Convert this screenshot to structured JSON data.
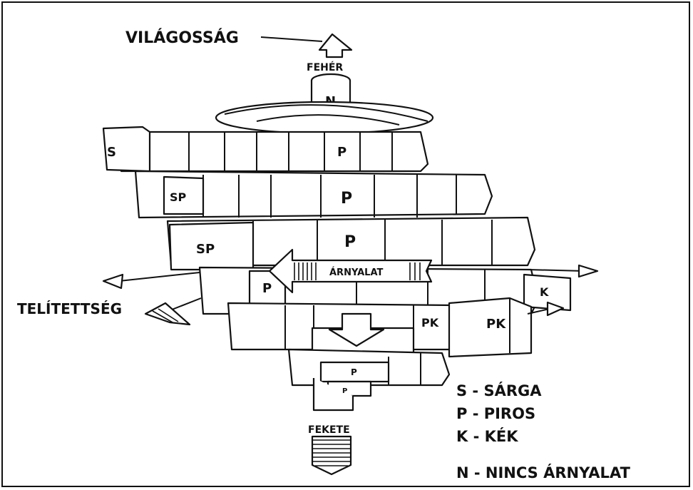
{
  "labels": {
    "vilagossag": "VILÁGOSSÁG",
    "feher": "FEHÉR",
    "fekete": "FEKETE",
    "telitettseg": "TELÍTETTSÉG",
    "arnyalat": "ÁRNYALAT"
  },
  "blocks": {
    "top": "N",
    "s": "S",
    "p1": "P",
    "sp1": "SP",
    "p2": "P",
    "sp2": "SP",
    "p3": "P",
    "p4": "P",
    "pk1": "PK",
    "pk2": "PK",
    "k": "K",
    "p5": "P",
    "p6": "P"
  },
  "legend": [
    "S  -  SÁRGA",
    "P  -  PIROS",
    "K  -  KÉK",
    "N  -  NINCS ÁRNYALAT"
  ]
}
